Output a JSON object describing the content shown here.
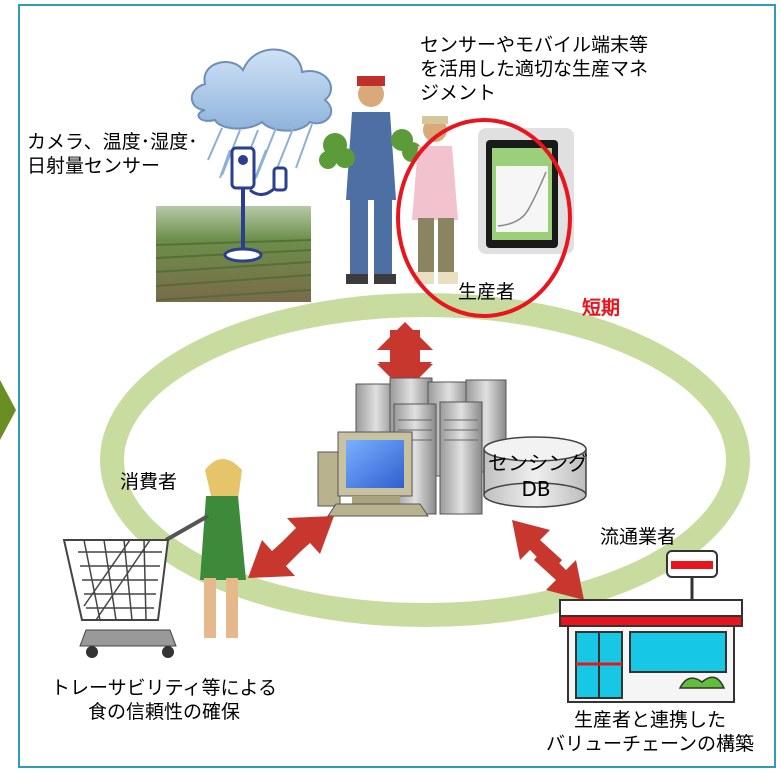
{
  "labels": {
    "sensor_management": [
      "センサーやモバイル端末等",
      "を活用した適切な生産マネ",
      "ジメント"
    ],
    "camera_sensor": [
      "カメラ、温度･湿度･",
      "日射量センサー"
    ],
    "producer": "生産者",
    "short_term": "短期",
    "sensing_db": [
      "センシング",
      "DB"
    ],
    "consumer": "消費者",
    "distributor": "流通業者",
    "traceability": [
      "トレーサビリティ等による",
      "食の信頼性の確保"
    ],
    "value_chain": [
      "生産者と連携した",
      "バリューチェーンの構築"
    ]
  },
  "colors": {
    "frame_border": "#2e9bb8",
    "ring": "#c9dca0",
    "arrow": "#c8372d",
    "highlight_circle": "#e8141e",
    "left_arrow": "#6b8e23"
  },
  "icons": [
    "rain-cloud-icon",
    "sensor-pole-icon",
    "farmers-icon",
    "smartphone-icon",
    "server-rack-icon",
    "computer-icon",
    "database-icon",
    "shopper-cart-icon",
    "convenience-store-icon"
  ]
}
